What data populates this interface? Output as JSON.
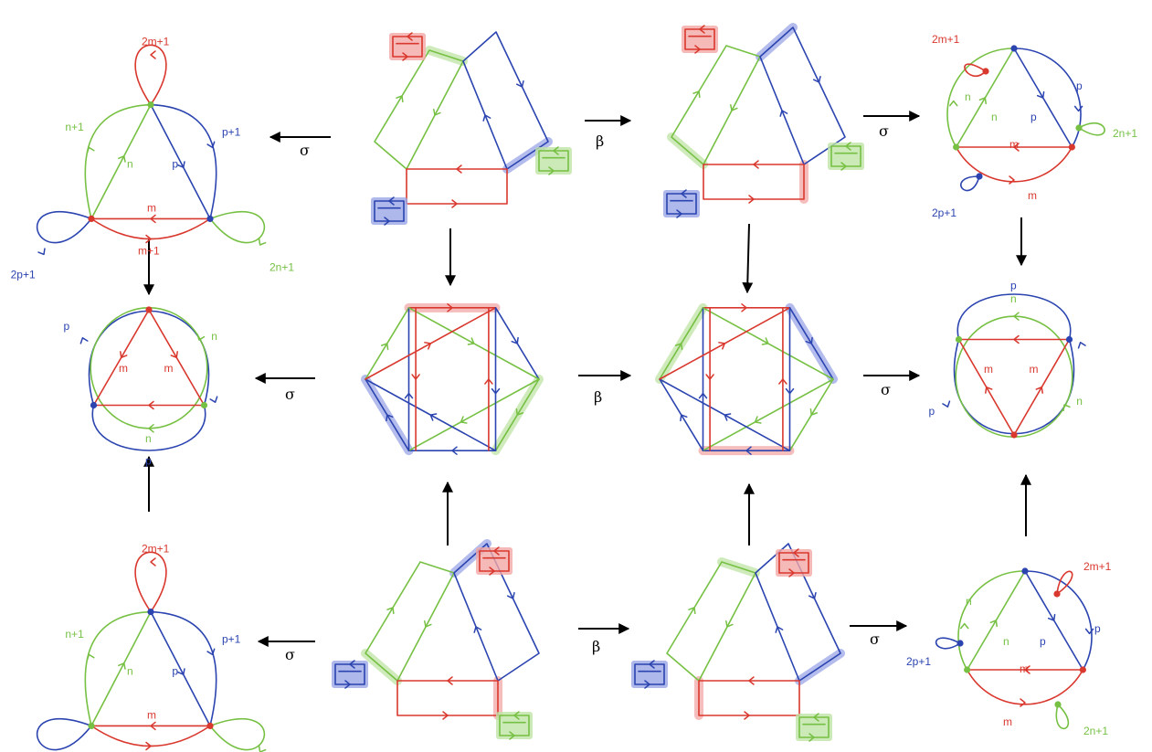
{
  "colors": {
    "red": "#d9382e",
    "green": "#76c043",
    "blue": "#2b44b0",
    "red_highlight": "#f2a8a6",
    "green_highlight": "#bfe4a6",
    "blue_highlight": "#9aa6e6",
    "arrow": "#000000"
  },
  "operators": {
    "sigma": "σ",
    "beta": "β"
  },
  "labels": {
    "m": "m",
    "n": "n",
    "p": "p",
    "m1": "m+1",
    "n1": "n+1",
    "p1": "p+1",
    "m2": "2m+1",
    "n2": "2n+1",
    "p2": "2p+1"
  },
  "diagram_structure": {
    "rows": 3,
    "columns": 4,
    "panel_types": [
      "graph-with-loops",
      "rectangle-diagram",
      "rectangle-diagram",
      "graph-with-loops"
    ],
    "middle_row_types": [
      "triangle-graph",
      "hexagram-diagram",
      "hexagram-diagram",
      "triangle-graph"
    ],
    "top_row_operators": [
      "σ",
      "β",
      "σ"
    ],
    "middle_row_operators": [
      "σ",
      "β",
      "σ"
    ],
    "bottom_row_operators": [
      "σ",
      "β",
      "σ"
    ],
    "vertical_arrows": "top row down into middle row; bottom row up into middle row"
  }
}
